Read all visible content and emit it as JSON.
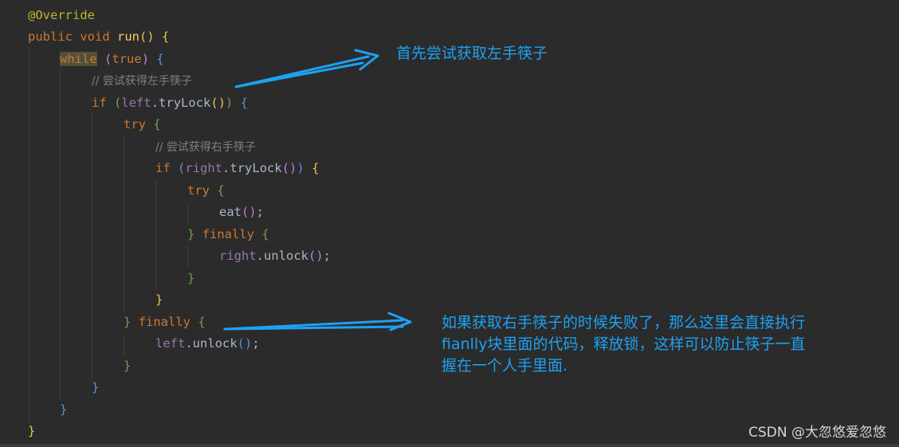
{
  "code": {
    "annotation": "@Override",
    "kw_public": "public",
    "kw_void": "void",
    "method_run": "run",
    "kw_while": "while",
    "kw_true": "true",
    "comment_left": "// 尝试获得左手筷子",
    "kw_if": "if",
    "field_left": "left",
    "method_trylock": "tryLock",
    "kw_try": "try",
    "comment_right": "// 尝试获得右手筷子",
    "field_right": "right",
    "method_eat": "eat",
    "kw_finally": "finally",
    "method_unlock": "unlock"
  },
  "callouts": {
    "top": "首先尝试获取左手筷子",
    "bottom_line1": "如果获取右手筷子的时候失败了，那么这里会直接执行",
    "bottom_line2": "fianlly块里面的代码，释放锁，这样可以防止筷子一直",
    "bottom_line3": "握在一个人手里面."
  },
  "watermark": "CSDN @大忽悠爱忽悠",
  "colors": {
    "background": "#2b2b2b",
    "keyword": "#cc7832",
    "annotation": "#bbb529",
    "method": "#ffc66d",
    "field": "#9876aa",
    "comment": "#808080",
    "callout": "#1da1f2"
  }
}
